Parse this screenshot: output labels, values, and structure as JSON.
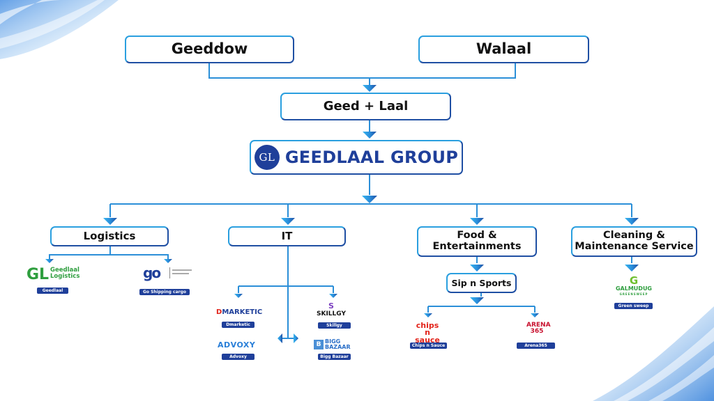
{
  "diagram": {
    "roots": [
      {
        "id": "geeddow",
        "label": "Geeddow"
      },
      {
        "id": "walaal",
        "label": "Walaal"
      }
    ],
    "merge": {
      "label": "Geed + Laal"
    },
    "group": {
      "label": "GEEDLAAL GROUP",
      "logo_initials": "GL"
    },
    "divisions": [
      {
        "id": "logistics",
        "label": "Logistics",
        "companies": [
          {
            "logo_text": "Geedlaal Logistics",
            "name": "Geedlaal"
          },
          {
            "logo_text": "go shipping cargo",
            "name": "Go Shipping cargo"
          }
        ]
      },
      {
        "id": "it",
        "label": "IT",
        "companies": [
          {
            "logo_text": "MARKETIC",
            "name": "Dmarketic"
          },
          {
            "logo_text": "SKILLGY",
            "name": "Skillgy"
          },
          {
            "logo_text": "ADVOXY",
            "name": "Advoxy"
          },
          {
            "logo_text": "BIGG BAZAAR",
            "name": "Bigg Bazaar"
          }
        ]
      },
      {
        "id": "food",
        "label_line1": "Food &",
        "label_line2": "Entertainments",
        "sub": {
          "label": "Sip n Sports"
        },
        "companies": [
          {
            "logo_text": "chips n sauce",
            "name": "Chips n Sauce"
          },
          {
            "logo_text": "ARENA 365",
            "name": "Arena365"
          }
        ]
      },
      {
        "id": "cleaning",
        "label_line1": "Cleaning &",
        "label_line2": "Maintenance Service",
        "companies": [
          {
            "logo_text": "GALMUDUG",
            "logo_subtext": "GREENSWEEP",
            "name": "Green sweep"
          }
        ]
      }
    ]
  },
  "colors": {
    "line_light": "#2fa8e6",
    "line_dark": "#1f4fa3",
    "brand": "#1f3f9a",
    "green": "#2e9e3e",
    "red": "#e2231a"
  }
}
